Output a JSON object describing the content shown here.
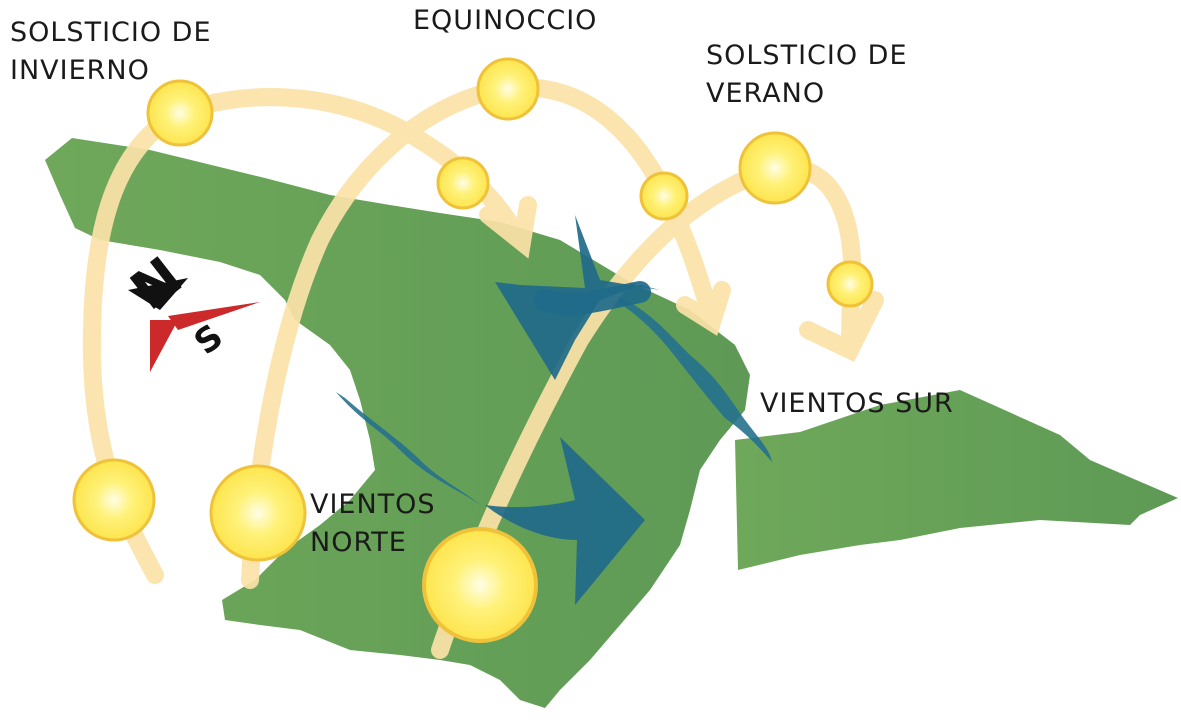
{
  "labels": {
    "winter": [
      "SOLSTICIO DE",
      "INVIERNO"
    ],
    "equinox": "EQUINOCCIO",
    "summer": [
      "SOLSTICIO DE",
      "VERANO"
    ],
    "south_winds": "VIENTOS SUR",
    "north_winds": [
      "VIENTOS",
      "NORTE"
    ]
  },
  "compass": {
    "north": "N",
    "south": "S"
  },
  "colors": {
    "terrain": "#6ea55a",
    "sun_path": "#fbe2a8",
    "sun": "#fde54e",
    "sun_rim": "#f0c23a",
    "wind": "#26718e",
    "compass_red": "#cc2a2a",
    "compass_black": "#111111"
  },
  "icons": [
    "compass-icon",
    "sun-icon",
    "wind-arrow-icon",
    "river-icon"
  ]
}
